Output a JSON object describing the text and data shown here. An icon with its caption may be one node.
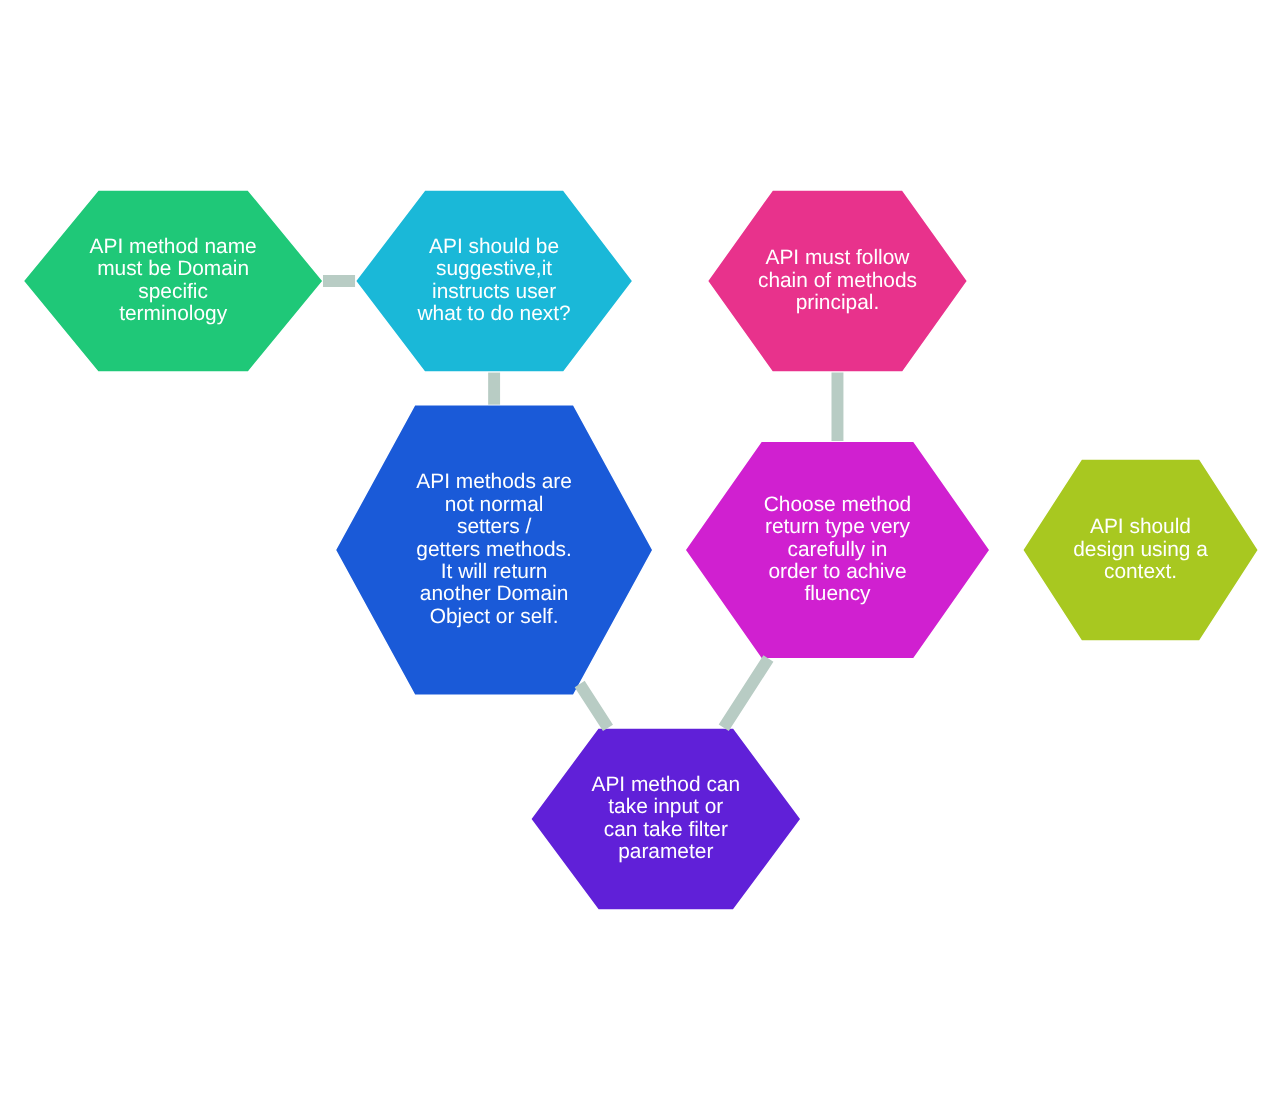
{
  "diagram": {
    "nodes": [
      {
        "text": [
          "API method name must be Domain specific terminology"
        ]
      },
      {
        "text": [
          "API must follow chain of methods principal."
        ]
      },
      {
        "text": [
          "API should be suggestive,it instructs user what to do next?"
        ]
      },
      {
        "text": [
          "API should design using a context."
        ]
      },
      {
        "text": [
          "Choose method return type very carefully in order to achive fluency"
        ]
      },
      {
        "text": [
          "API methods are not normal setters / getters methods. It will return another Domain Object or self."
        ]
      },
      {
        "text": [
          "API method can take input or can take filter parameter"
        ]
      }
    ],
    "edges": [
      {
        "from": 0,
        "to": 2,
        "arrow": "none"
      },
      {
        "from": 2,
        "to": 5,
        "arrow": "none"
      },
      {
        "from": 5,
        "to": 6,
        "arrow": "none"
      },
      {
        "from": 4,
        "to": 6,
        "arrow": "none"
      },
      {
        "from": 1,
        "to": 4,
        "arrow": "none"
      }
    ]
  }
}
